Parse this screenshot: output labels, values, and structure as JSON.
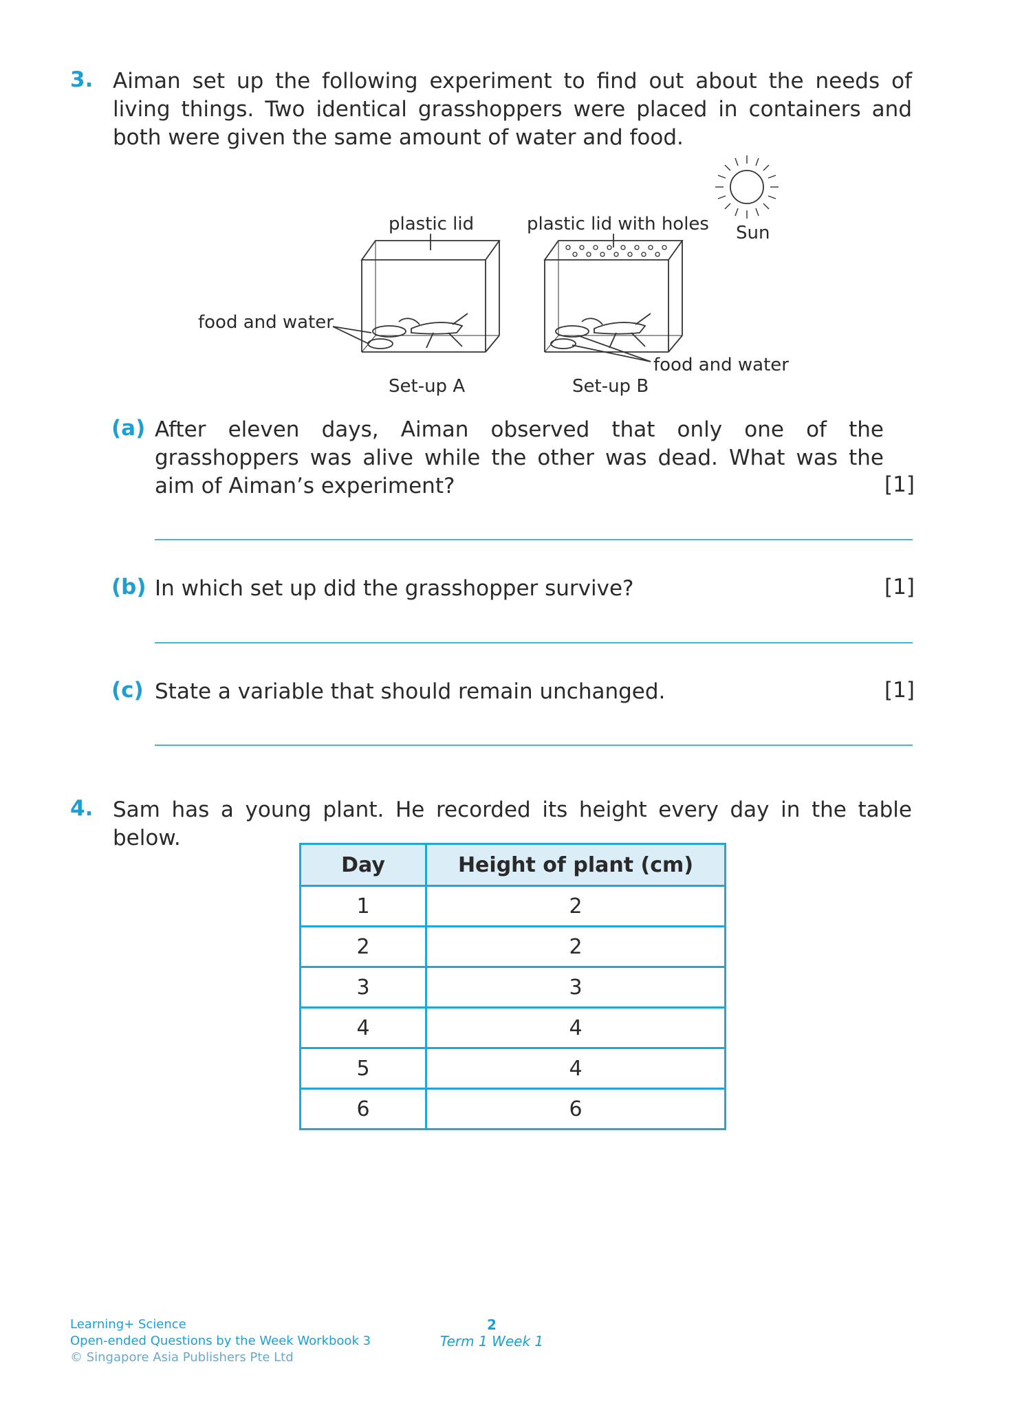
{
  "q3": {
    "number": "3.",
    "text": "Aiman set up the following experiment to find out about the needs of living things. Two identical grasshoppers were placed in containers and both were given the same amount of water and food.",
    "diagram": {
      "label_plastic_lid": "plastic lid",
      "label_plastic_lid_holes": "plastic lid with holes",
      "label_sun": "Sun",
      "label_food_water_a": "food and water",
      "label_food_water_b": "food and water",
      "label_setup_a": "Set-up A",
      "label_setup_b": "Set-up B"
    },
    "parts": [
      {
        "label": "(a)",
        "text": "After eleven days, Aiman observed that only one of the grasshoppers was alive while the other was dead. What was the aim of Aiman’s experiment?",
        "mark": "[1]"
      },
      {
        "label": "(b)",
        "text": "In which set up did the grasshopper survive?",
        "mark": "[1]"
      },
      {
        "label": "(c)",
        "text": "State a variable that should remain unchanged.",
        "mark": "[1]"
      }
    ]
  },
  "q4": {
    "number": "4.",
    "text": "Sam has a young plant. He recorded its height every day in the table below.",
    "table": {
      "headers": [
        "Day",
        "Height of plant (cm)"
      ],
      "rows": [
        [
          "1",
          "2"
        ],
        [
          "2",
          "2"
        ],
        [
          "3",
          "3"
        ],
        [
          "4",
          "4"
        ],
        [
          "5",
          "4"
        ],
        [
          "6",
          "6"
        ]
      ]
    }
  },
  "footer": {
    "line1": "Learning+ Science",
    "line2": "Open-ended Questions by the Week Workbook 3",
    "line3": "© Singapore Asia Publishers Pte Ltd",
    "page_number": "2",
    "term_week": "Term 1 Week 1"
  },
  "colors": {
    "accent": "#1b9fd4",
    "answer_line": "#43b7c9",
    "table_border": "#1fa8d6",
    "table_header_bg": "#dbeef7"
  }
}
